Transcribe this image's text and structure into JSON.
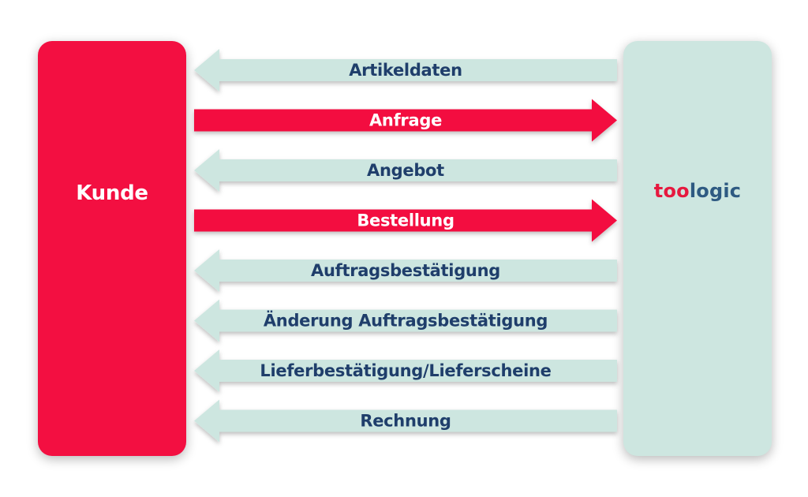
{
  "left_entity": {
    "label": "Kunde",
    "color": "#f30f41"
  },
  "right_entity": {
    "logo_part1": "too",
    "logo_part2": "logic",
    "color": "#cde6e0"
  },
  "colors": {
    "request_arrow": "#f30f41",
    "response_arrow": "#cde6e0",
    "response_text": "#1f3e6b",
    "request_text": "#ffffff"
  },
  "flows": [
    {
      "label": "Artikeldaten",
      "direction": "to-left"
    },
    {
      "label": "Anfrage",
      "direction": "to-right"
    },
    {
      "label": "Angebot",
      "direction": "to-left"
    },
    {
      "label": "Bestellung",
      "direction": "to-right"
    },
    {
      "label": "Auftragsbestätigung",
      "direction": "to-left"
    },
    {
      "label": "Änderung Auftragsbestätigung",
      "direction": "to-left"
    },
    {
      "label": "Lieferbestätigung/Lieferscheine",
      "direction": "to-left"
    },
    {
      "label": "Rechnung",
      "direction": "to-left"
    }
  ]
}
